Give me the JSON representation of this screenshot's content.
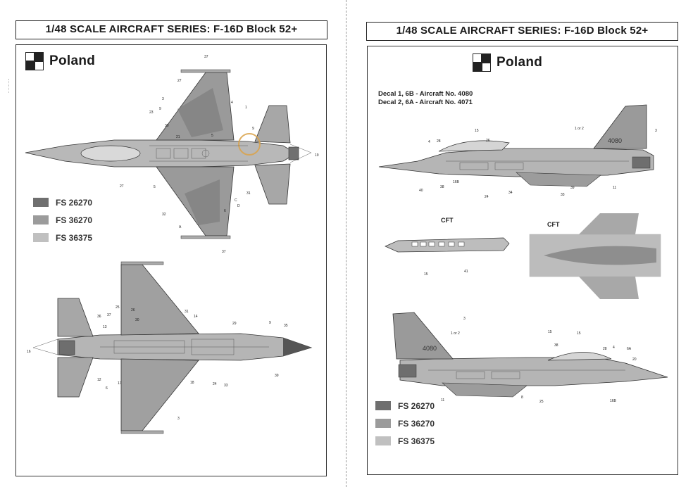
{
  "left_sheet": {
    "title": "1/48 SCALE AIRCRAFT SERIES: F-16D Block 52+",
    "country": "Poland",
    "legend": [
      {
        "label": "FS 26270",
        "color": "#6f6f6f"
      },
      {
        "label": "FS 36270",
        "color": "#9b9b9b"
      },
      {
        "label": "FS 36375",
        "color": "#c0c0c0"
      }
    ],
    "top_view_labels": [
      "37",
      "27",
      "3",
      "4",
      "9",
      "23",
      "30",
      "5",
      "21",
      "1",
      "19",
      "9",
      "5",
      "27",
      "C",
      "6",
      "31",
      "D",
      "32",
      "A",
      "37"
    ],
    "bottom_view_labels": [
      "25",
      "36",
      "37",
      "13",
      "26",
      "30",
      "31",
      "14",
      "29",
      "9",
      "35",
      "16",
      "12",
      "6",
      "17",
      "18",
      "24",
      "33",
      "39",
      "3"
    ]
  },
  "right_sheet": {
    "title": "1/48 SCALE AIRCRAFT SERIES: F-16D Block 52+",
    "country": "Poland",
    "decal_lines": [
      "Decal 1, 6B - Aircraft No. 4080",
      "Decal 2, 6A - Aircraft No. 4071"
    ],
    "tail_number_1": "4080",
    "tail_number_2": "4080",
    "cft_label_1": "CFT",
    "cft_label_2": "CFT",
    "side_view_1_labels": [
      "4",
      "28",
      "15",
      "26",
      "1 or 2",
      "3",
      "40",
      "38",
      "16B",
      "24",
      "34",
      "33",
      "39",
      "11"
    ],
    "side_view_2_labels": [
      "3",
      "1 or 2",
      "15",
      "38",
      "15",
      "28",
      "4",
      "6A",
      "20",
      "11",
      "8",
      "25",
      "16B"
    ],
    "cft_view_labels": [
      "15",
      "41"
    ],
    "legend": [
      {
        "label": "FS 26270",
        "color": "#6f6f6f"
      },
      {
        "label": "FS 36270",
        "color": "#9b9b9b"
      },
      {
        "label": "FS 36375",
        "color": "#c0c0c0"
      }
    ]
  }
}
